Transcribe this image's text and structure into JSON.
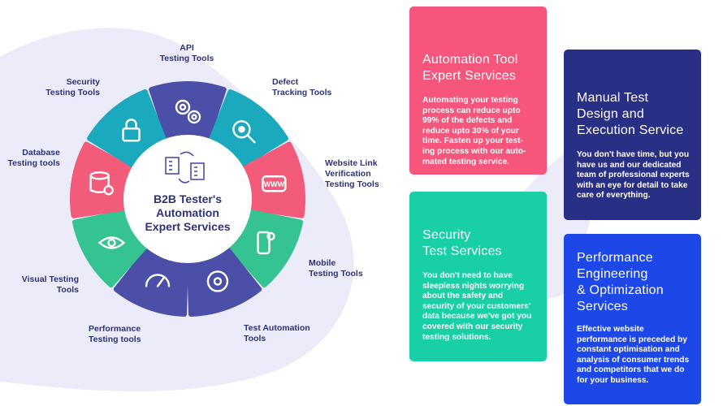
{
  "center": {
    "title": "B2B Tester's\nAutomation\nExpert Services"
  },
  "segments": [
    {
      "label": "API\nTesting Tools",
      "color": "#4b4fa7",
      "icon": "gears-icon"
    },
    {
      "label": "Defect\nTracking Tools",
      "color": "#1aa9bd",
      "icon": "bug-search-icon"
    },
    {
      "label": "Website Link\nVerification\nTesting Tools",
      "color": "#f25b7a",
      "icon": "www-link-icon"
    },
    {
      "label": "Mobile\nTesting Tools",
      "color": "#34c391",
      "icon": "mobile-settings-icon"
    },
    {
      "label": "Test Automation\nTools",
      "color": "#4b4fa7",
      "icon": "automation-cycle-icon"
    },
    {
      "label": "Performance\nTesting tools",
      "color": "#4b4fa7",
      "icon": "speedometer-icon"
    },
    {
      "label": "Visual Testing\nTools",
      "color": "#34c391",
      "icon": "eye-search-icon"
    },
    {
      "label": "Database\nTesting tools",
      "color": "#f25b7a",
      "icon": "database-check-icon"
    },
    {
      "label": "Security\nTesting Tools",
      "color": "#1aa9bd",
      "icon": "circuit-lock-icon"
    }
  ],
  "cards": [
    {
      "title": "Automation Tool\nExpert Services",
      "text": "Automating your testing process can reduce upto 99% of the defects and reduce upto 30% of your time. Fasten up your test-ing process with our auto-mated testing service.",
      "color": "#f7567c"
    },
    {
      "title": "Manual Test\nDesign and\nExecution Service",
      "text": "You don't have time, but you have us and our dedicated team of professional experts with an eye for detail to take care of everything.",
      "color": "#2a2f86"
    },
    {
      "title": "Security\nTest Services",
      "text": "You don't need to have sleepless nights worrying about the safety and security of your customers' data because we've got you covered with our security testing solutions.",
      "color": "#19cfa6"
    },
    {
      "title": "Performance\nEngineering\n& Optimization\nServices",
      "text": "Effective website performance is preceded by constant optimisation and analysis of consumer trends and competitors that we do for your business.",
      "color": "#1e47e8"
    }
  ]
}
